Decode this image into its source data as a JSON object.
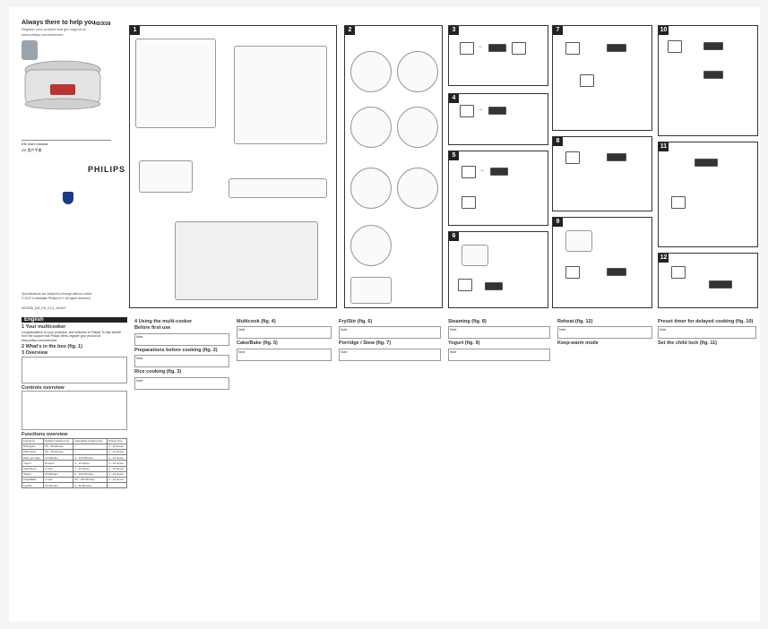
{
  "cover": {
    "tagline": "Always there to help you",
    "sub1": "Register your product and get support at",
    "sub2": "www.philips.com/welcome",
    "model": "HD3038",
    "brand": "PHILIPS",
    "lang_en": "EN  User manual",
    "lang_zh": "ZH  用户手册",
    "footer1": "Specifications are subject to change without notice",
    "footer2": "© 2017 Koninklijke Philips N.V. All rights reserved.",
    "footer3": "HD3038_UM_HU_V1.0_151007"
  },
  "panels": [
    "1",
    "2",
    "3",
    "4",
    "5",
    "6",
    "7",
    "8",
    "9",
    "10",
    "11",
    "12"
  ],
  "lower": {
    "english": "English",
    "h1": "1   Your multicooker",
    "h1_body": "Congratulations on your purchase, and welcome to Philips! To fully benefit from the support that Philips offers, register your product at www.philips.com/welcome.",
    "h2": "2   What's in the box (fig. 1)",
    "h3": "3   Overview",
    "controls": "Controls overview",
    "functions": "Functions overview",
    "h4": "4   Using the multi-cooker",
    "before": "Before first use",
    "note": "Note",
    "prep": "Preparations before cooking (fig. 2)",
    "rice": "Rice cooking (fig. 3)",
    "multicook": "Multicook (fig. 4)",
    "cake": "Cake/Bake (fig. 5)",
    "fry": "Fry/Stir (fig. 6)",
    "porridge": "Porridge / Stew (fig. 7)",
    "steam": "Steaming (fig. 8)",
    "yogurt": "Yogurt (fig. 9)",
    "keepwarm": "Keep-warm mode",
    "delay": "Preset timer for delayed cooking (fig. 10)",
    "child": "Set the child lock (fig. 11)",
    "reheat": "Reheat (fig. 12)"
  },
  "table": {
    "headers": [
      "Functions",
      "Default cooking time",
      "Adjustable cooking time",
      "Preset time"
    ],
    "rows": [
      [
        "Rice/grain",
        "35 - 45 Minutes",
        "/",
        "1 - 24 Hours"
      ],
      [
        "Pilaf (plov)",
        "30 - 45 Minutes",
        "/",
        "1 - 24 Hours"
      ],
      [
        "Dairy porridge",
        "10 Minutes",
        "5 - 120 Minutes",
        "1 - 24 Hours"
      ],
      [
        "Yogurt",
        "8 Hours",
        "6 - 12 Hours",
        "1 - 24 Hours"
      ],
      [
        "Stew/Soup",
        "1 Hour",
        "1 - 10 Hours",
        "1 - 24 Hours"
      ],
      [
        "Steam",
        "30 Minutes",
        "5 - 120 Minutes",
        "1 - 24 Hours"
      ],
      [
        "Cake/Bake",
        "1 Hour",
        "20 - 120 Minutes",
        "1 - 24 Hours"
      ],
      [
        "Fry/Stir",
        "15 Minutes",
        "5 - 60 Minutes",
        "/"
      ]
    ]
  },
  "colors": {
    "accent": "#222222",
    "panelBorder": "#333333"
  }
}
